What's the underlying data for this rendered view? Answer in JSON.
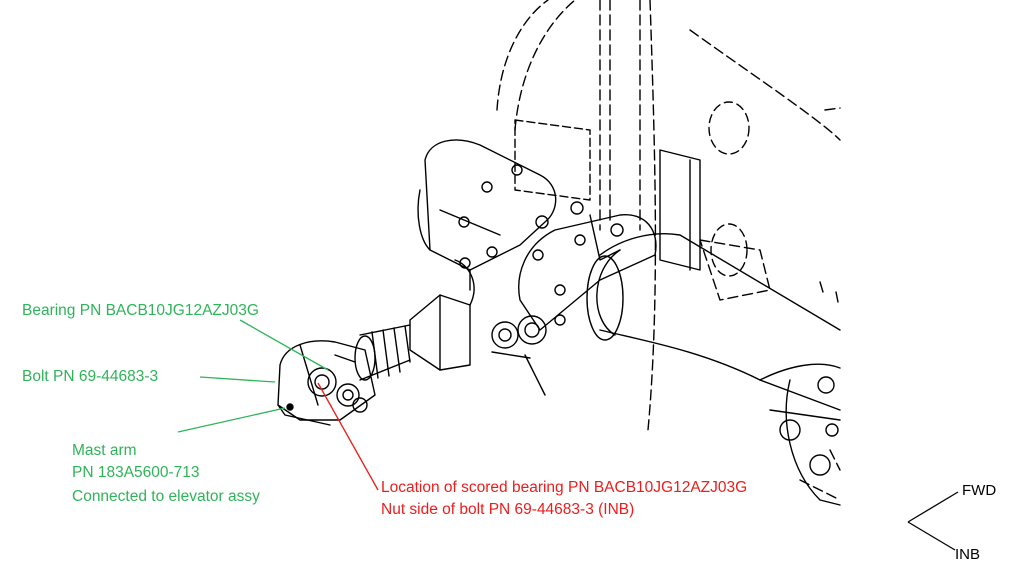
{
  "colors": {
    "callout_green": "#2fb45a",
    "callout_red": "#ee1c1c",
    "drawing_line": "#000000",
    "background": "#ffffff"
  },
  "labels": {
    "bearing": "Bearing PN BACB10JG12AZJ03G",
    "bolt": "Bolt PN 69-44683-3",
    "mast_arm_1": "Mast arm",
    "mast_arm_2": "PN 183A5600-713",
    "mast_arm_3": "Connected to elevator assy",
    "scored_1": "Location of scored bearing PN BACB10JG12AZJ03G",
    "scored_2": "Nut side of bolt PN 69-44683-3 (INB)"
  },
  "orientation": {
    "fwd": "FWD",
    "inb": "INB"
  }
}
